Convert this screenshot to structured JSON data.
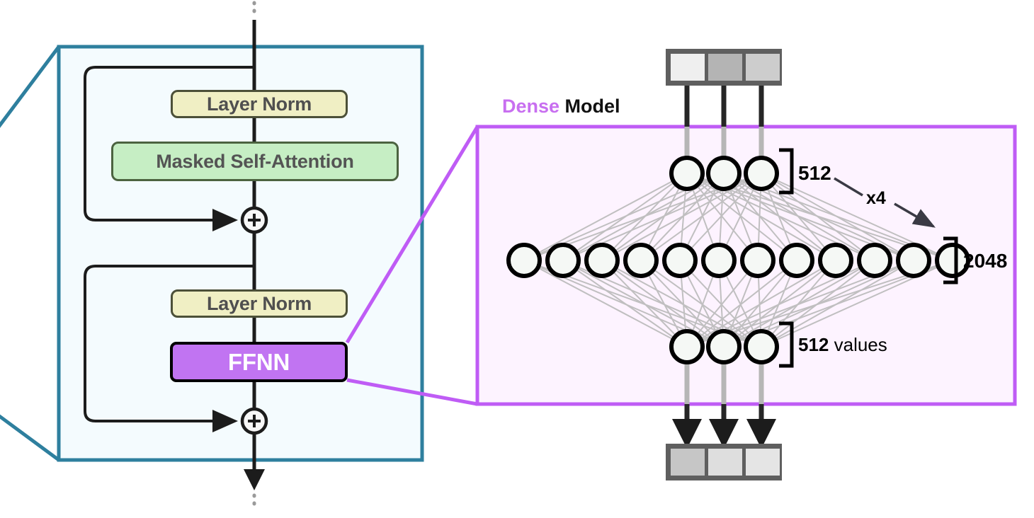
{
  "figure": {
    "domain": "diagram",
    "title_absent": true
  },
  "transformer_block": {
    "container_name": "transformer-decoder-block",
    "blocks": [
      {
        "id": "layer-norm-1",
        "label": "Layer Norm",
        "kind": "layer-norm"
      },
      {
        "id": "masked-self-attention",
        "label": "Masked Self-Attention",
        "kind": "attention"
      },
      {
        "id": "layer-norm-2",
        "label": "Layer Norm",
        "kind": "layer-norm"
      },
      {
        "id": "ffnn",
        "label": "FFNN",
        "kind": "ffnn"
      }
    ],
    "residual_adds": [
      {
        "id": "add-1",
        "symbol": "+"
      },
      {
        "id": "add-2",
        "symbol": "+"
      }
    ],
    "stream_top_ellipsis": "⋮",
    "stream_bottom_ellipsis": "⋮"
  },
  "dense_model": {
    "title_accent": "Dense",
    "title_rest": " Model",
    "accent_color": "#c86ff0",
    "panel_fill": "#fdf3ff",
    "panel_stroke": "#bf5cf5",
    "annotations": [
      {
        "id": "input-width",
        "bold": "512",
        "regular": ""
      },
      {
        "id": "repeat-factor",
        "bold": "x4",
        "regular": ""
      },
      {
        "id": "hidden-width",
        "bold": "2048",
        "regular": ""
      },
      {
        "id": "output-width",
        "bold": "512",
        "regular": " values"
      }
    ],
    "layers": [
      {
        "id": "input-layer",
        "neuron_count": 3,
        "labelled_size": "512"
      },
      {
        "id": "hidden-layer",
        "neuron_count": 12,
        "labelled_size": "2048"
      },
      {
        "id": "output-layer",
        "neuron_count": 3,
        "labelled_size": "512"
      }
    ],
    "input_vector": {
      "id": "input-token-vector",
      "cells": [
        "#efefef",
        "#b4b4b4",
        "#cdcdcd"
      ]
    },
    "output_vector": {
      "id": "output-token-vector",
      "cells": [
        "#c6c6c6",
        "#dedede",
        "#e5e5e5"
      ]
    }
  },
  "colors": {
    "teal_stroke": "#2e7f9e",
    "teal_fill": "#f4fbfe",
    "purple_stroke": "#bf5cf5",
    "purple_fill": "#fdf3ff",
    "ffnn_fill": "#c174f2",
    "layernorm_fill": "#f0efc4",
    "attention_fill": "#c6eec4",
    "edge_gray": "#bdbdbd",
    "line_black": "#1c1c1c"
  }
}
